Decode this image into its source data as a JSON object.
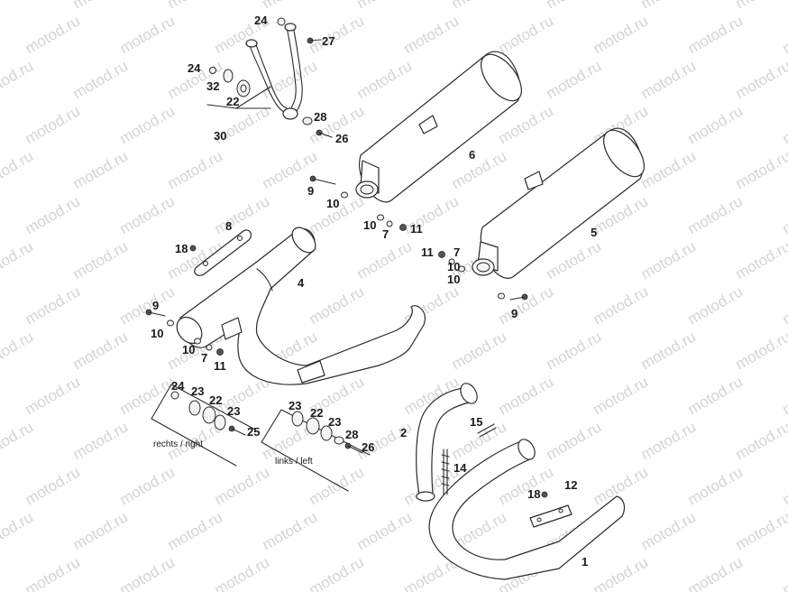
{
  "watermark": "motod.ru",
  "captions": {
    "right": "rechts / right",
    "left": "links / left"
  },
  "callouts": {
    "c24a": "24",
    "c27": "27",
    "c24b": "24",
    "c32": "32",
    "c22a": "22",
    "c30": "30",
    "c28a": "28",
    "c26a": "26",
    "c6": "6",
    "c9a": "9",
    "c10a": "10",
    "c10b": "10",
    "c7a": "7",
    "c11a": "11",
    "c8": "8",
    "c18a": "18",
    "c4": "4",
    "c5": "5",
    "c11b": "11",
    "c7b": "7",
    "c10c": "10",
    "c10d": "10",
    "c9b": "9",
    "c9c": "9",
    "c10e": "10",
    "c10f": "10",
    "c7c": "7",
    "c11c": "11",
    "c24c": "24",
    "c23a": "23",
    "c22b": "22",
    "c23b": "23",
    "c25": "25",
    "c23c": "23",
    "c22c": "22",
    "c23d": "23",
    "c28b": "28",
    "c26b": "26",
    "c2": "2",
    "c15": "15",
    "c14": "14",
    "c18b": "18",
    "c12": "12",
    "c1": "1"
  }
}
